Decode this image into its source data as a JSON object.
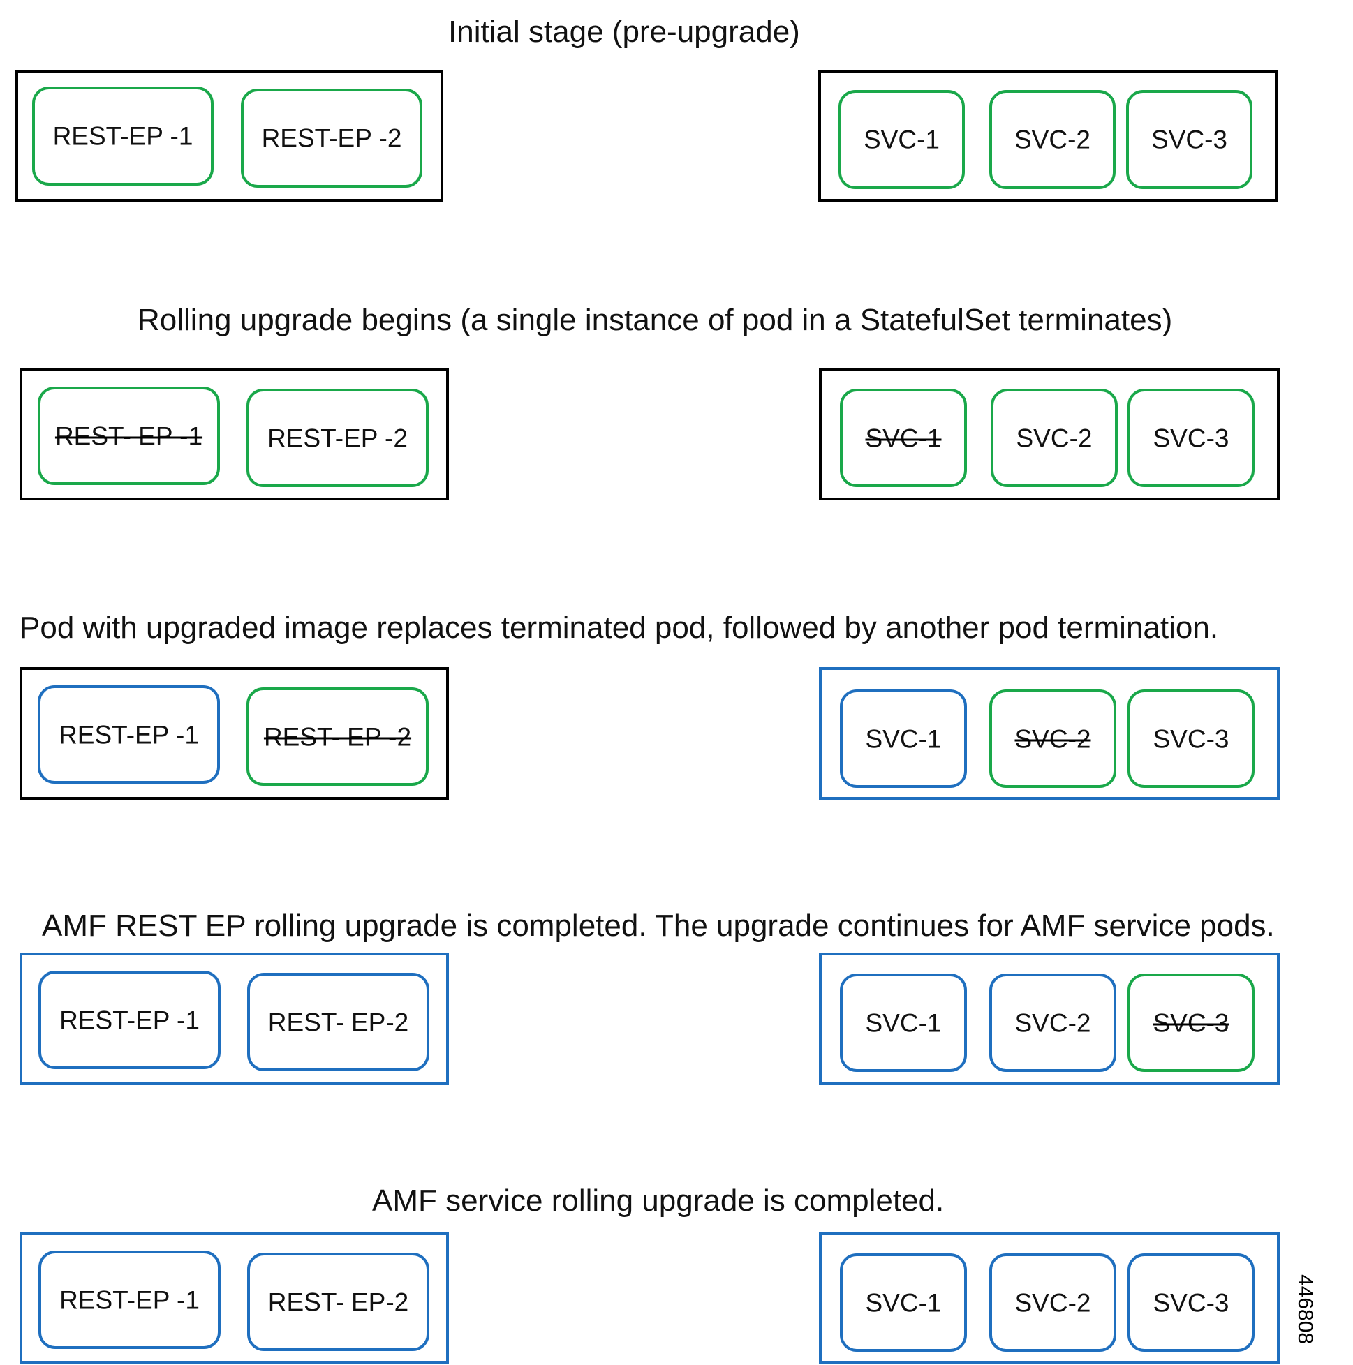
{
  "stages": [
    {
      "title": "Initial stage (pre-upgrade)",
      "rest_group": {
        "border": "black",
        "pods": [
          {
            "label": "REST-EP -1",
            "state": "green",
            "terminated": false
          },
          {
            "label": "REST-EP -2",
            "state": "green",
            "terminated": false
          }
        ]
      },
      "svc_group": {
        "border": "black",
        "pods": [
          {
            "label": "SVC-1",
            "state": "green",
            "terminated": false
          },
          {
            "label": "SVC-2",
            "state": "green",
            "terminated": false
          },
          {
            "label": "SVC-3",
            "state": "green",
            "terminated": false
          }
        ]
      }
    },
    {
      "title": "Rolling upgrade begins (a single instance of pod in a StatefulSet terminates)",
      "rest_group": {
        "border": "black",
        "pods": [
          {
            "label": "REST- EP -1",
            "state": "green",
            "terminated": true
          },
          {
            "label": "REST-EP -2",
            "state": "green",
            "terminated": false
          }
        ]
      },
      "svc_group": {
        "border": "black",
        "pods": [
          {
            "label": "SVC-1",
            "state": "green",
            "terminated": true
          },
          {
            "label": "SVC-2",
            "state": "green",
            "terminated": false
          },
          {
            "label": "SVC-3",
            "state": "green",
            "terminated": false
          }
        ]
      }
    },
    {
      "title": "Pod with upgraded image replaces terminated pod, followed by another pod termination.",
      "rest_group": {
        "border": "black",
        "pods": [
          {
            "label": "REST-EP -1",
            "state": "blue",
            "terminated": false
          },
          {
            "label": "REST- EP -2",
            "state": "green",
            "terminated": true
          }
        ]
      },
      "svc_group": {
        "border": "blue",
        "pods": [
          {
            "label": "SVC-1",
            "state": "blue",
            "terminated": false
          },
          {
            "label": "SVC-2",
            "state": "green",
            "terminated": true
          },
          {
            "label": "SVC-3",
            "state": "green",
            "terminated": false
          }
        ]
      }
    },
    {
      "title": "AMF REST EP rolling upgrade is completed. The upgrade continues for AMF service pods.",
      "rest_group": {
        "border": "blue",
        "pods": [
          {
            "label": "REST-EP -1",
            "state": "blue",
            "terminated": false
          },
          {
            "label": "REST- EP-2",
            "state": "blue",
            "terminated": false
          }
        ]
      },
      "svc_group": {
        "border": "blue",
        "pods": [
          {
            "label": "SVC-1",
            "state": "blue",
            "terminated": false
          },
          {
            "label": "SVC-2",
            "state": "blue",
            "terminated": false
          },
          {
            "label": "SVC-3",
            "state": "green",
            "terminated": true
          }
        ]
      }
    },
    {
      "title": "AMF service rolling upgrade is completed.",
      "rest_group": {
        "border": "blue",
        "pods": [
          {
            "label": "REST-EP -1",
            "state": "blue",
            "terminated": false
          },
          {
            "label": "REST- EP-2",
            "state": "blue",
            "terminated": false
          }
        ]
      },
      "svc_group": {
        "border": "blue",
        "pods": [
          {
            "label": "SVC-1",
            "state": "blue",
            "terminated": false
          },
          {
            "label": "SVC-2",
            "state": "blue",
            "terminated": false
          },
          {
            "label": "SVC-3",
            "state": "blue",
            "terminated": false
          }
        ]
      }
    }
  ],
  "colors": {
    "green": "#1aa84a",
    "blue": "#1f6fbf",
    "black": "#000000"
  },
  "figure_id": "446808"
}
